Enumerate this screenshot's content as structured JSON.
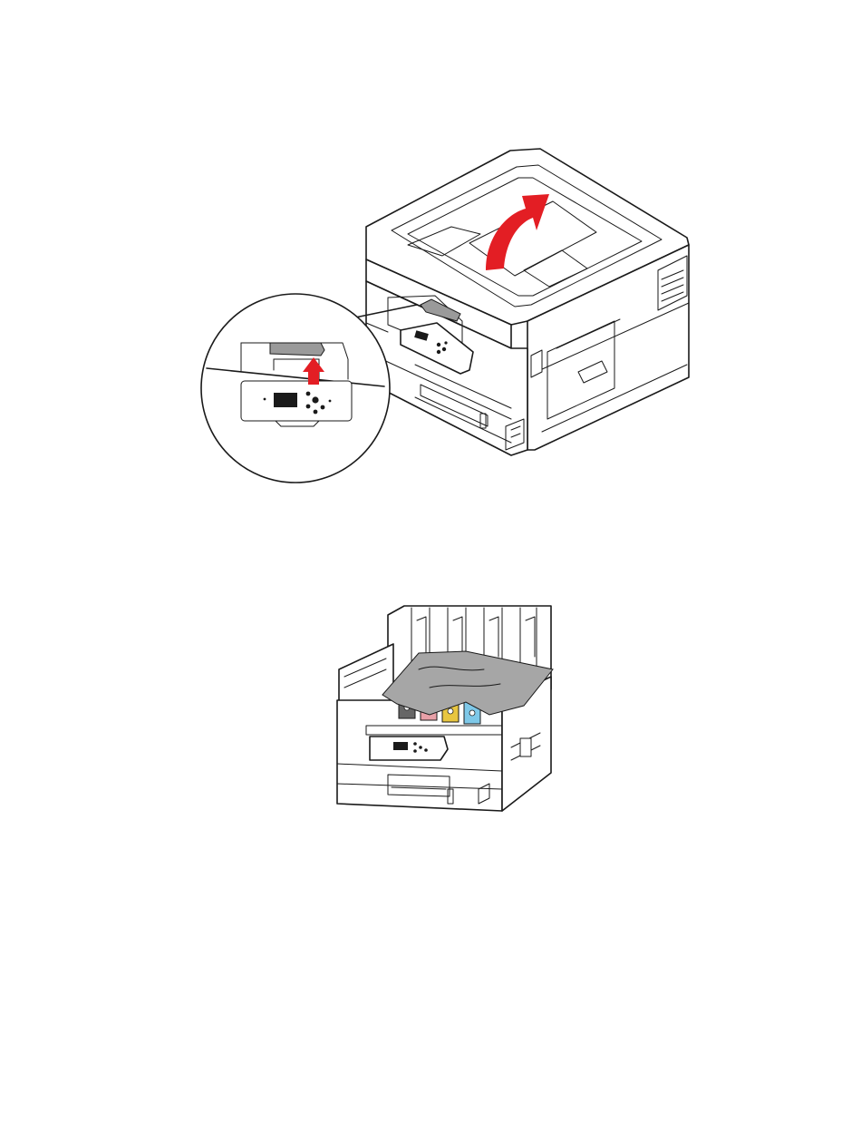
{
  "figures": [
    {
      "name": "figure-open-top-cover",
      "elements": [
        "printer",
        "top-cover",
        "lift-arrow",
        "release-latch",
        "control-panel",
        "magnifier-callout"
      ]
    },
    {
      "name": "figure-remove-jammed-paper",
      "elements": [
        "printer-open",
        "jammed-paper-sheet",
        "toner-cartridges",
        "control-panel"
      ]
    }
  ],
  "colors": {
    "arrow": "#e31e24",
    "latch": "#9a9a9a",
    "paper": "#a6a6a6",
    "line": "#1a1a1a",
    "toner": [
      "#e8a0a8",
      "#e8c640",
      "#7ec8e8",
      "#666666"
    ]
  },
  "icons": [
    "up-arrow-icon",
    "curved-lift-arrow-icon"
  ]
}
